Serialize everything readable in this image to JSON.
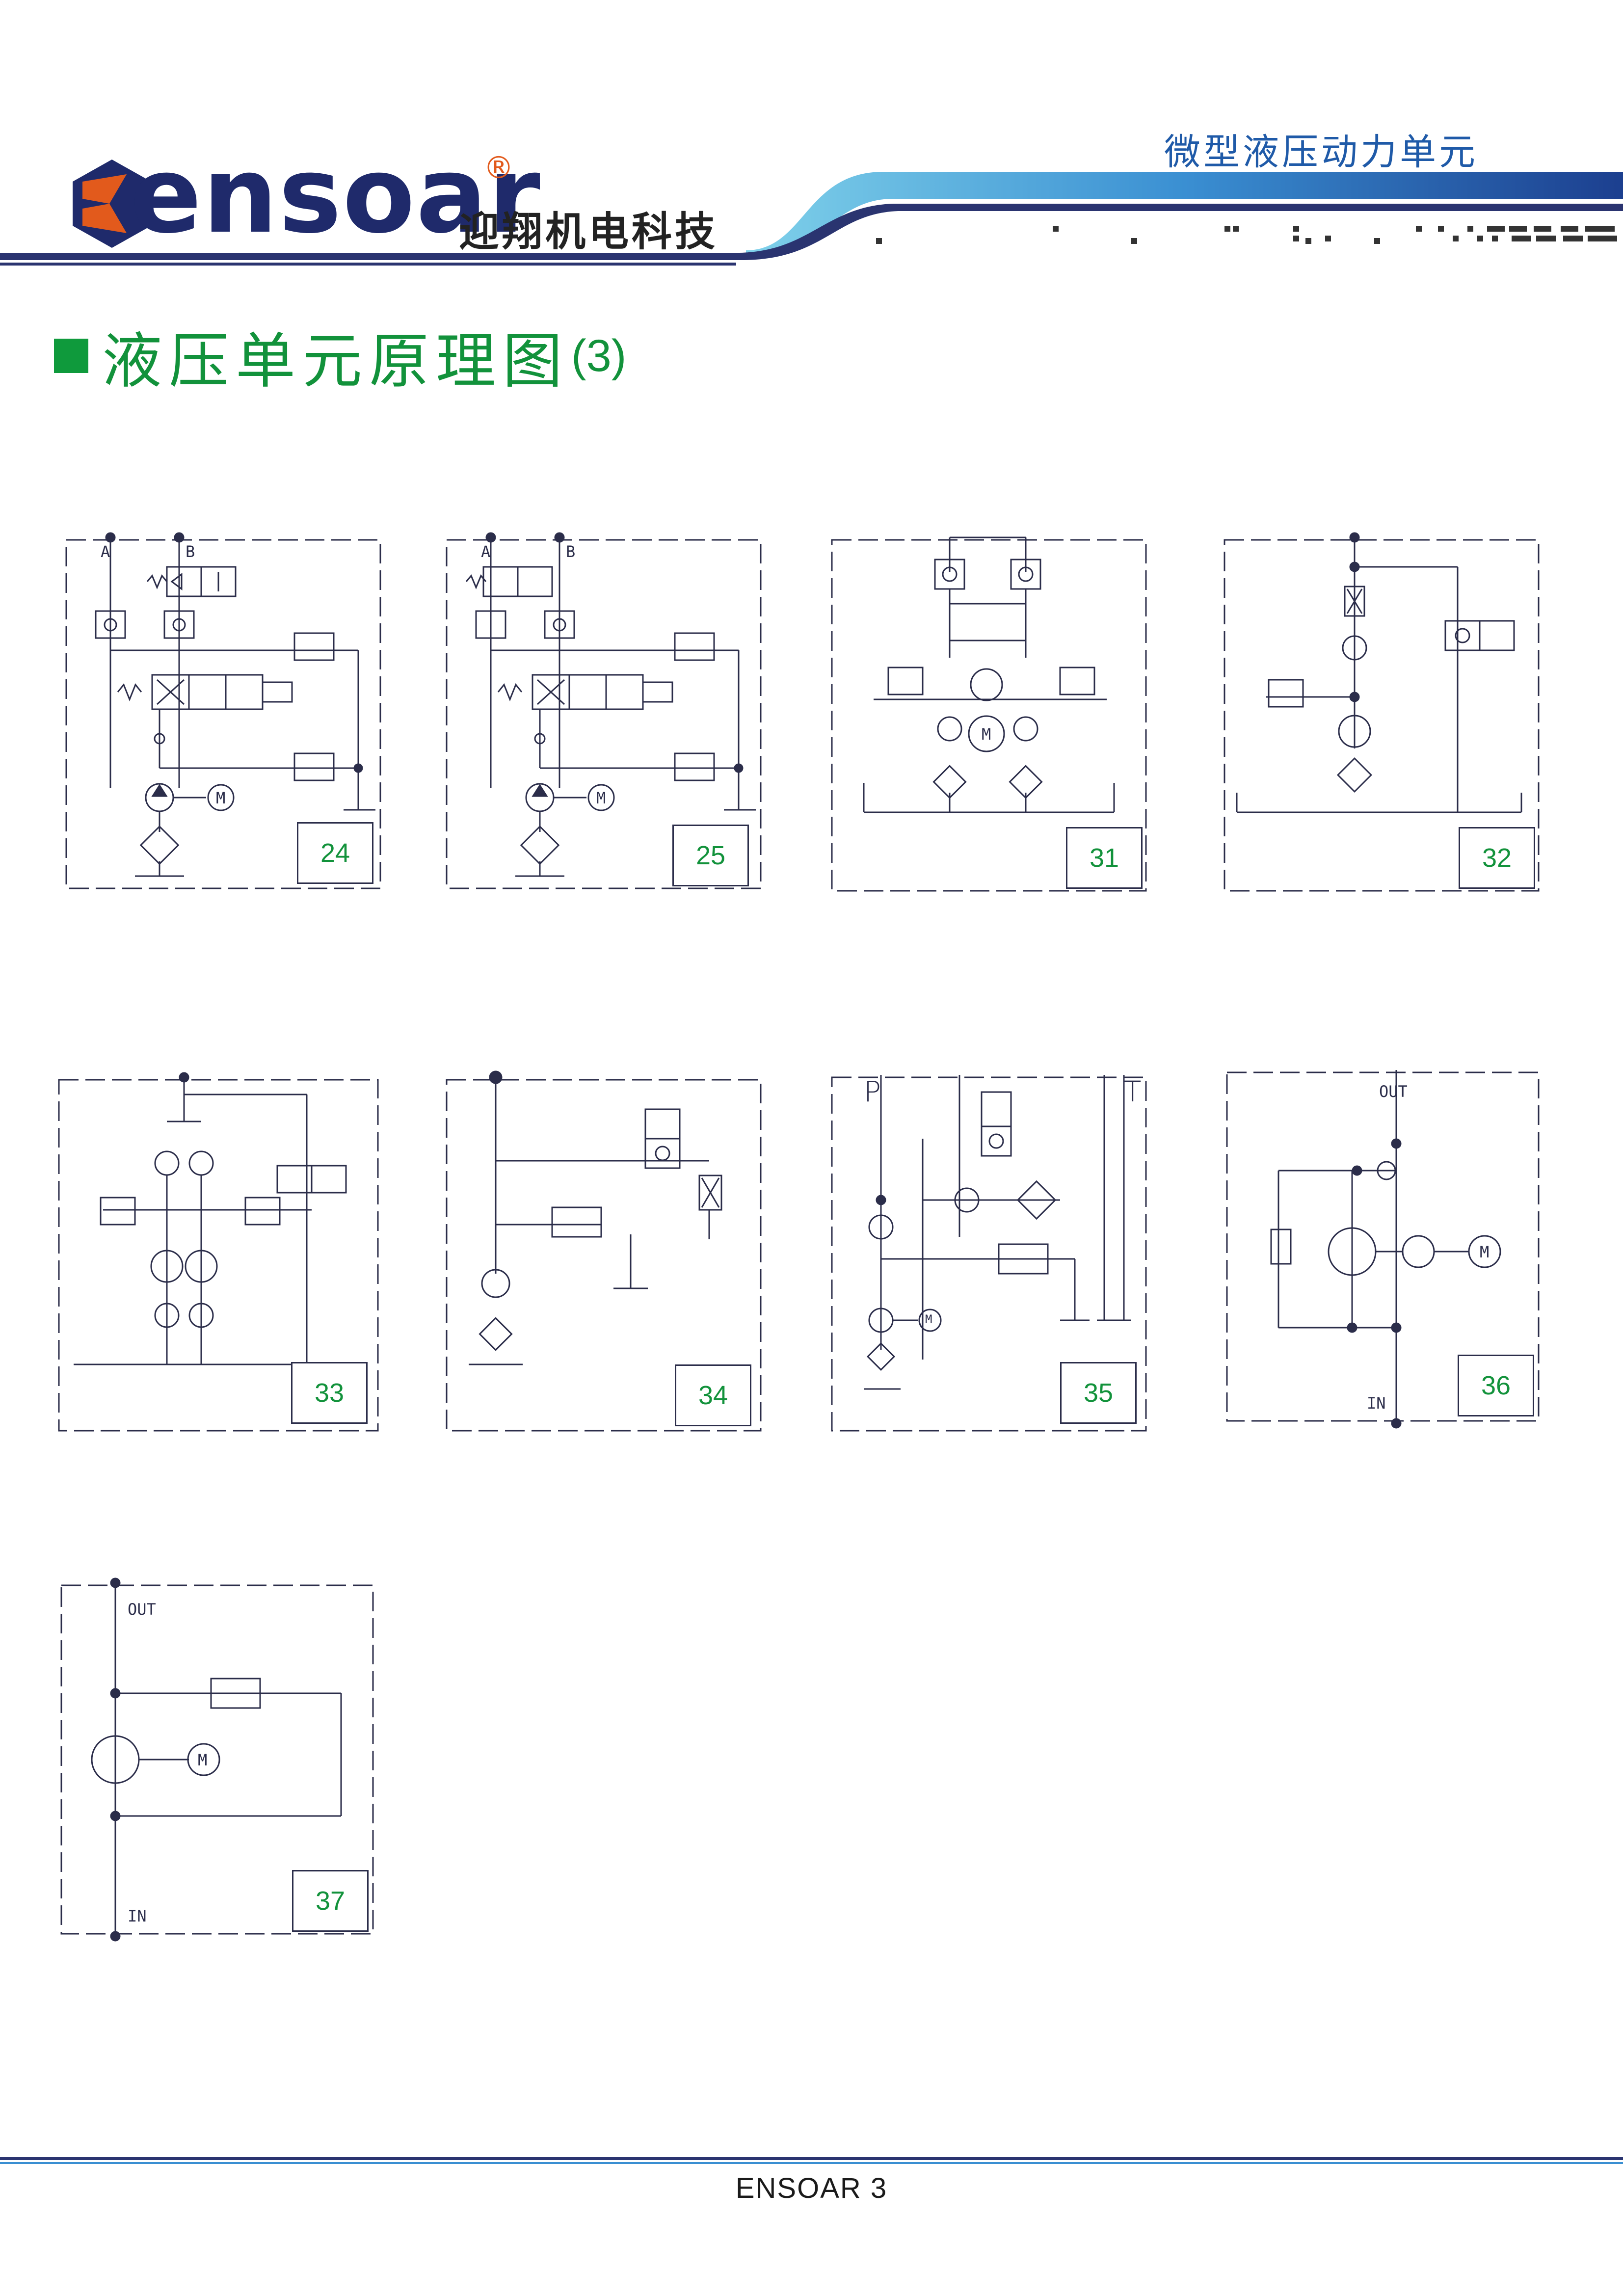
{
  "header": {
    "brand_name": "ensoar",
    "registered_mark": "®",
    "brand_cn": "迎翔机电科技",
    "page_category": "微型液压动力单元"
  },
  "section": {
    "title": "液压单元原理图",
    "suffix": "(3)"
  },
  "diagrams": [
    {
      "number": "24",
      "ports": [
        "A",
        "B"
      ]
    },
    {
      "number": "25",
      "ports": [
        "A",
        "B"
      ]
    },
    {
      "number": "31",
      "ports": []
    },
    {
      "number": "32",
      "ports": []
    },
    {
      "number": "33",
      "ports": []
    },
    {
      "number": "34",
      "ports": []
    },
    {
      "number": "35",
      "ports": [
        "P",
        "T"
      ]
    },
    {
      "number": "36",
      "ports": [
        "OUT",
        "IN"
      ]
    },
    {
      "number": "37",
      "ports": [
        "OUT",
        "IN"
      ]
    }
  ],
  "symbols": {
    "motor": "M"
  },
  "footer": {
    "text": "ENSOAR  3"
  },
  "colors": {
    "brand_navy": "#1f2a6b",
    "brand_orange": "#e25a1c",
    "heading_green": "#12923b",
    "header_blue": "#1f5aa8",
    "line_color": "#2b2d4a"
  }
}
